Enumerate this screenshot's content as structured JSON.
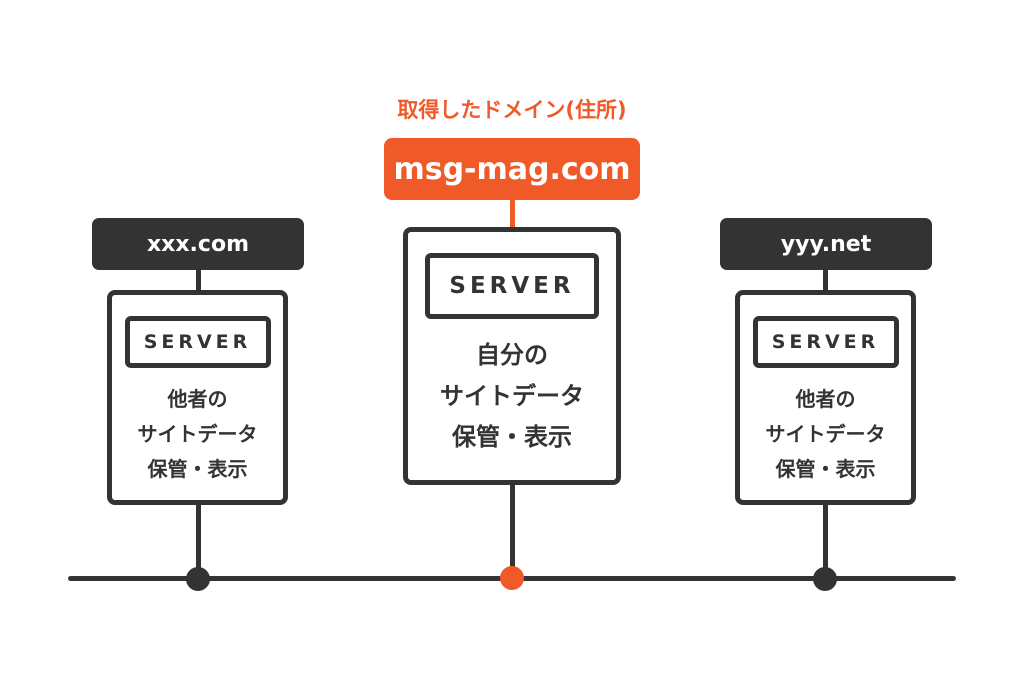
{
  "colors": {
    "accent": "#F05A28",
    "dark": "#333333"
  },
  "caption": "取得したドメイン(住所)",
  "servers": [
    {
      "domain": "xxx.com",
      "server_label": "SERVER",
      "lines": [
        "他者の",
        "サイトデータ",
        "保管・表示"
      ]
    },
    {
      "domain": "msg-mag.com",
      "server_label": "SERVER",
      "lines": [
        "自分の",
        "サイトデータ",
        "保管・表示"
      ]
    },
    {
      "domain": "yyy.net",
      "server_label": "SERVER",
      "lines": [
        "他者の",
        "サイトデータ",
        "保管・表示"
      ]
    }
  ]
}
